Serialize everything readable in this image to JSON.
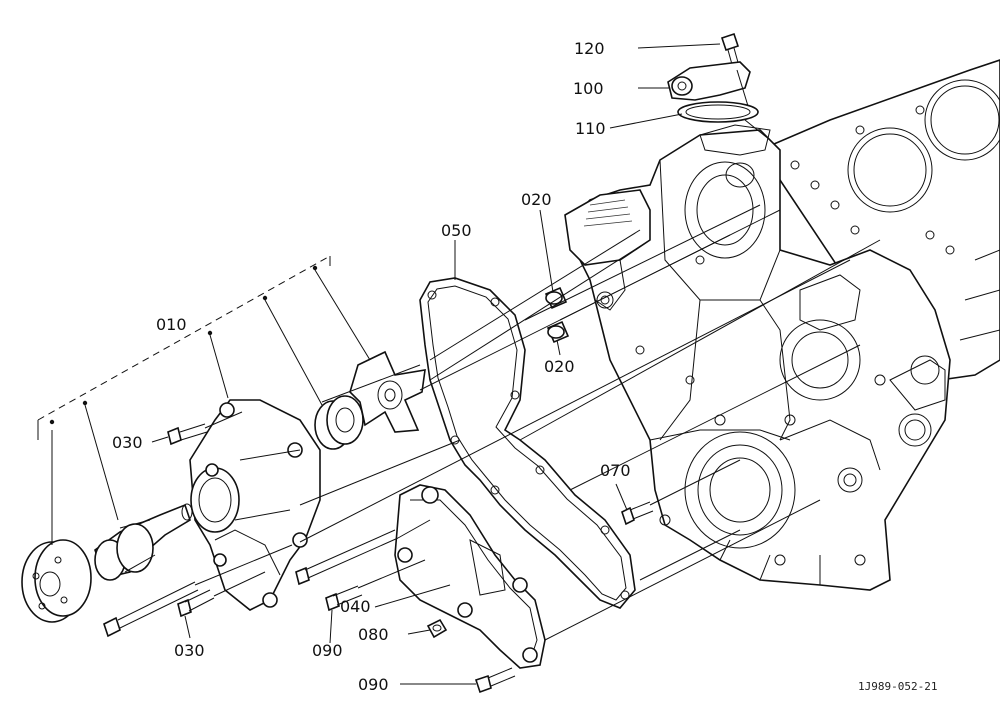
{
  "callouts": {
    "c120": "120",
    "c100": "100",
    "c110": "110",
    "c020a": "020",
    "c050": "050",
    "c010": "010",
    "c020b": "020",
    "c030a": "030",
    "c070": "070",
    "c040": "040",
    "c080": "080",
    "c090a": "090",
    "c030b": "030",
    "c090b": "090"
  },
  "drawing_code": "1J989-052-21"
}
